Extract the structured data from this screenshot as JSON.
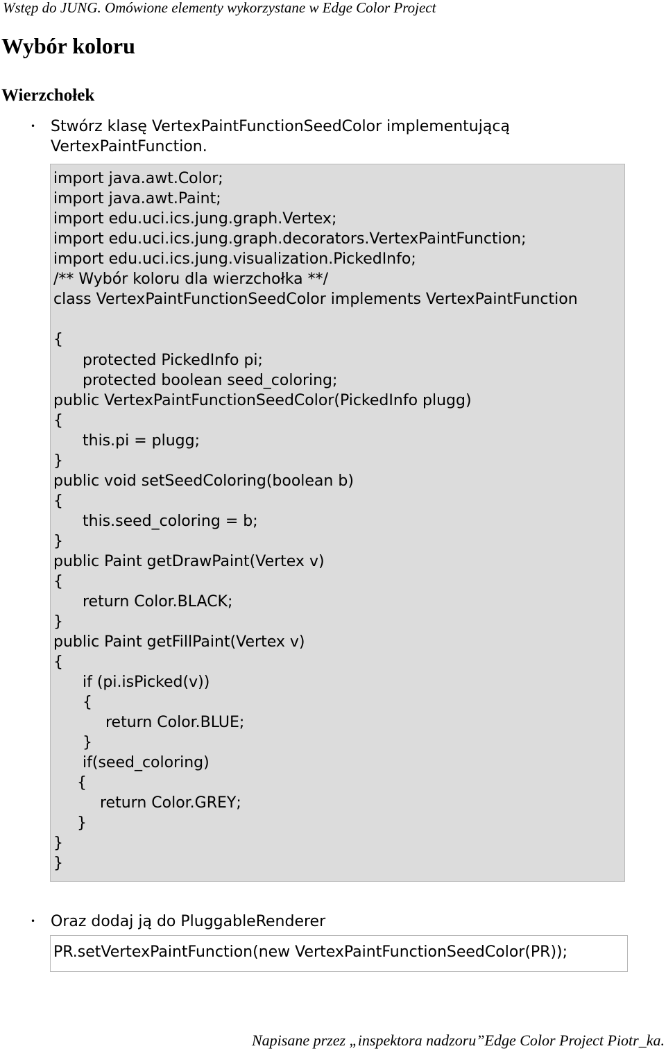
{
  "header": {
    "text": "Wstęp do JUNG. Omówione elementy wykorzystane w Edge Color Project"
  },
  "title": "Wybór koloru",
  "subtitle": "Wierzchołek",
  "bullets": [
    {
      "text": "Stwórz klasę VertexPaintFunctionSeedColor implementującą VertexPaintFunction."
    },
    {
      "text": "Oraz dodaj ją do PluggableRenderer"
    }
  ],
  "code_main": {
    "lines": [
      "import java.awt.Color;",
      "import java.awt.Paint;",
      "import edu.uci.ics.jung.graph.Vertex;",
      "import edu.uci.ics.jung.graph.decorators.VertexPaintFunction;",
      "import edu.uci.ics.jung.visualization.PickedInfo;",
      "/** Wybór koloru dla wierzchołka **/",
      "class VertexPaintFunctionSeedColor implements VertexPaintFunction",
      "",
      "{",
      "protected PickedInfo pi;",
      "protected boolean seed_coloring;",
      "public VertexPaintFunctionSeedColor(PickedInfo plugg)",
      "{",
      "this.pi = plugg;",
      "}",
      "public void setSeedColoring(boolean b)",
      "{",
      "this.seed_coloring = b;",
      "}",
      "public Paint getDrawPaint(Vertex v)",
      "{",
      "return Color.BLACK;",
      "}",
      "public Paint getFillPaint(Vertex v)",
      "{",
      "if (pi.isPicked(v))",
      "{",
      "return Color.BLUE;",
      "}",
      "if(seed_coloring)",
      "{",
      "return Color.GREY;",
      "}",
      "}",
      "}"
    ]
  },
  "code_call": {
    "line": "PR.setVertexPaintFunction(new VertexPaintFunctionSeedColor(PR));"
  },
  "footer": {
    "text": "Napisane przez „inspektora nadzoru”Edge Color Project Piotr_ka."
  },
  "colors": {
    "code_background": "#dcdcdc",
    "code_border": "#b8b8b8"
  }
}
